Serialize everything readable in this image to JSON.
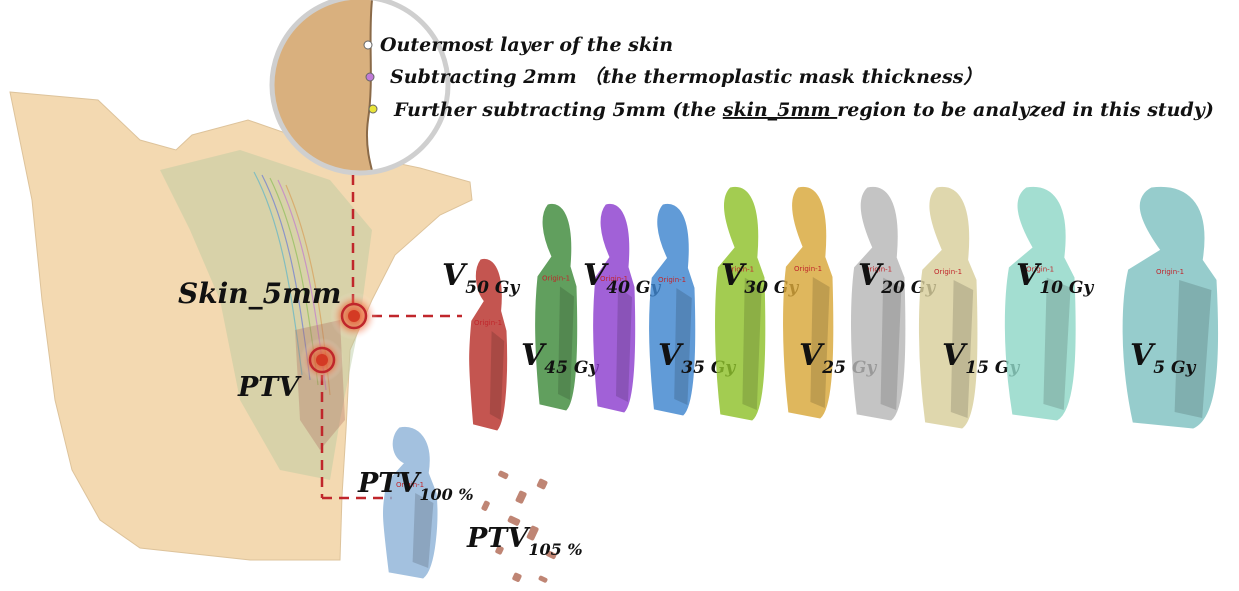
{
  "callout": {
    "line1": "Outermost layer of the skin",
    "line2": "Subtracting 2mm （the thermoplastic mask thickness）",
    "line3_pre": "Further subtracting 5mm (the ",
    "line3_term": "skin_5mm ",
    "line3_post": "region to be analyzed in this study)"
  },
  "markers": {
    "skin": "Skin_5mm",
    "ptv": "PTV"
  },
  "origin_tag": "Origin-1",
  "volumes": [
    {
      "V": "V",
      "sub": "50 Gy",
      "color": "#b8302a"
    },
    {
      "V": "V",
      "sub": "45 Gy",
      "color": "#3f8a3b"
    },
    {
      "V": "V",
      "sub": "40 Gy",
      "color": "#8d3fcf"
    },
    {
      "V": "V",
      "sub": "35 Gy",
      "color": "#3f86cf"
    },
    {
      "V": "V",
      "sub": "30 Gy",
      "color": "#8fc22c"
    },
    {
      "V": "V",
      "sub": "25 Gy",
      "color": "#d9a83a"
    },
    {
      "V": "V",
      "sub": "20 Gy",
      "color": "#b8b8b8"
    },
    {
      "V": "V",
      "sub": "15 Gy",
      "color": "#d8cf9c"
    },
    {
      "V": "V",
      "sub": "10 Gy",
      "color": "#8fd7c7"
    },
    {
      "V": "V",
      "sub": "5 Gy",
      "color": "#7fc2c2"
    }
  ],
  "ptv100": {
    "V": "PTV",
    "sub": "100 %",
    "color": "#8fb4d8"
  },
  "ptv105": {
    "V": "PTV",
    "sub": "105 %",
    "color": "#b5705c"
  },
  "colors": {
    "dashed_line": "#c0262b",
    "marker": "#d43a24",
    "body": "#f1d3a4"
  }
}
